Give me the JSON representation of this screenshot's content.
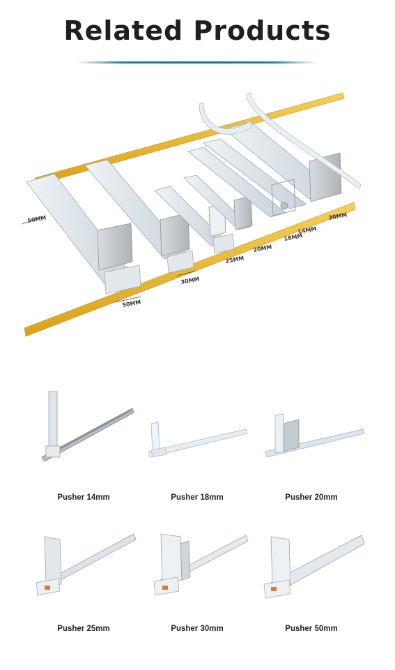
{
  "header": {
    "title": "Related Products"
  },
  "hero": {
    "dimensions": {
      "d50_left": "50MM",
      "d50_bottom": "50MM",
      "d30_a": "30MM",
      "d25": "25MM",
      "d20": "20MM",
      "d18": "18MM",
      "d14": "14MM",
      "d30_b": "30MM"
    }
  },
  "products": [
    {
      "label": "Pusher 14mm"
    },
    {
      "label": "Pusher 18mm"
    },
    {
      "label": "Pusher 20mm"
    },
    {
      "label": "Pusher 25mm"
    },
    {
      "label": "Pusher 30mm"
    },
    {
      "label": "Pusher 50mm"
    }
  ]
}
